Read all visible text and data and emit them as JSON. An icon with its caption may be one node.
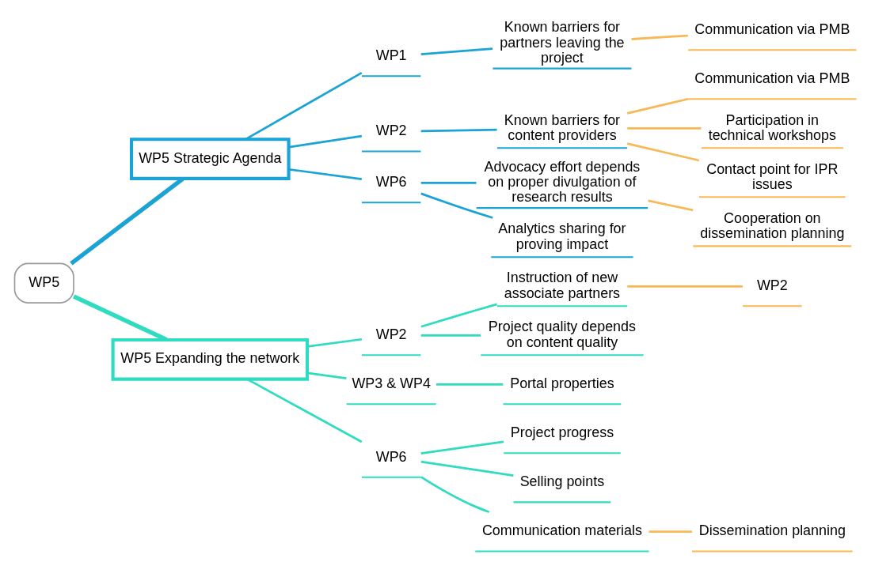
{
  "diagram": {
    "nodes": [
      {
        "text": [
          "WP5"
        ]
      },
      {
        "text": [
          "WP5 Strategic Agenda"
        ]
      },
      {
        "text": [
          "WP1"
        ]
      },
      {
        "text": [
          "Known barriers for partners leaving the project"
        ]
      },
      {
        "text": [
          "Communication via PMB"
        ]
      },
      {
        "text": [
          "WP2"
        ]
      },
      {
        "text": [
          "Known barriers for content providers"
        ]
      },
      {
        "text": [
          "Communication via PMB"
        ]
      },
      {
        "text": [
          "Participation in technical workshops"
        ]
      },
      {
        "text": [
          "Contact point for IPR issues"
        ]
      },
      {
        "text": [
          "WP6"
        ]
      },
      {
        "text": [
          "Advocacy effort depends on proper divulgation of research results"
        ]
      },
      {
        "text": [
          "Cooperation on dissemination planning"
        ]
      },
      {
        "text": [
          "Analytics sharing for proving impact"
        ]
      },
      {
        "text": [
          "WP5 Expanding the network"
        ]
      },
      {
        "text": [
          "WP2"
        ]
      },
      {
        "text": [
          "Instruction of new associate partners"
        ]
      },
      {
        "text": [
          "WP2"
        ]
      },
      {
        "text": [
          "Project quality depends on content quality"
        ]
      },
      {
        "text": [
          "WP3 & WP4"
        ]
      },
      {
        "text": [
          "Portal properties"
        ]
      },
      {
        "text": [
          "WP6"
        ]
      },
      {
        "text": [
          "Project progress"
        ]
      },
      {
        "text": [
          "Selling points"
        ]
      },
      {
        "text": [
          "Communication materials"
        ]
      },
      {
        "text": [
          "Dissemination planning"
        ]
      }
    ],
    "edges": [
      {
        "from": 0,
        "to": 1,
        "arrow": "none",
        "style": "thick",
        "color": "#1ba3d6"
      },
      {
        "from": 1,
        "to": 2,
        "arrow": "none",
        "color": "#1ba3d6"
      },
      {
        "from": 2,
        "to": 3,
        "arrow": "none",
        "color": "#1ba3d6"
      },
      {
        "from": 3,
        "to": 4,
        "arrow": "none",
        "color": "#f7b955"
      },
      {
        "from": 1,
        "to": 5,
        "arrow": "none",
        "color": "#1ba3d6"
      },
      {
        "from": 5,
        "to": 6,
        "arrow": "none",
        "color": "#1ba3d6"
      },
      {
        "from": 6,
        "to": 7,
        "arrow": "none",
        "color": "#f7b955"
      },
      {
        "from": 6,
        "to": 8,
        "arrow": "none",
        "color": "#f7b955"
      },
      {
        "from": 6,
        "to": 9,
        "arrow": "none",
        "color": "#f7b955"
      },
      {
        "from": 1,
        "to": 10,
        "arrow": "none",
        "color": "#1ba3d6"
      },
      {
        "from": 10,
        "to": 11,
        "arrow": "none",
        "color": "#1ba3d6"
      },
      {
        "from": 11,
        "to": 12,
        "arrow": "none",
        "color": "#f7b955"
      },
      {
        "from": 10,
        "to": 13,
        "arrow": "none",
        "color": "#1ba3d6"
      },
      {
        "from": 0,
        "to": 14,
        "arrow": "none",
        "style": "thick"
      },
      {
        "from": 14,
        "to": 15,
        "arrow": "none"
      },
      {
        "from": 15,
        "to": 16,
        "arrow": "none"
      },
      {
        "from": 16,
        "to": 17,
        "arrow": "none",
        "color": "#f7b955"
      },
      {
        "from": 15,
        "to": 18,
        "arrow": "none"
      },
      {
        "from": 14,
        "to": 19,
        "arrow": "none"
      },
      {
        "from": 19,
        "to": 20,
        "arrow": "none"
      },
      {
        "from": 14,
        "to": 21,
        "arrow": "none"
      },
      {
        "from": 21,
        "to": 22,
        "arrow": "none"
      },
      {
        "from": 21,
        "to": 23,
        "arrow": "none"
      },
      {
        "from": 21,
        "to": 24,
        "arrow": "none"
      },
      {
        "from": 24,
        "to": 25,
        "arrow": "none",
        "color": "#f7b955"
      }
    ]
  }
}
